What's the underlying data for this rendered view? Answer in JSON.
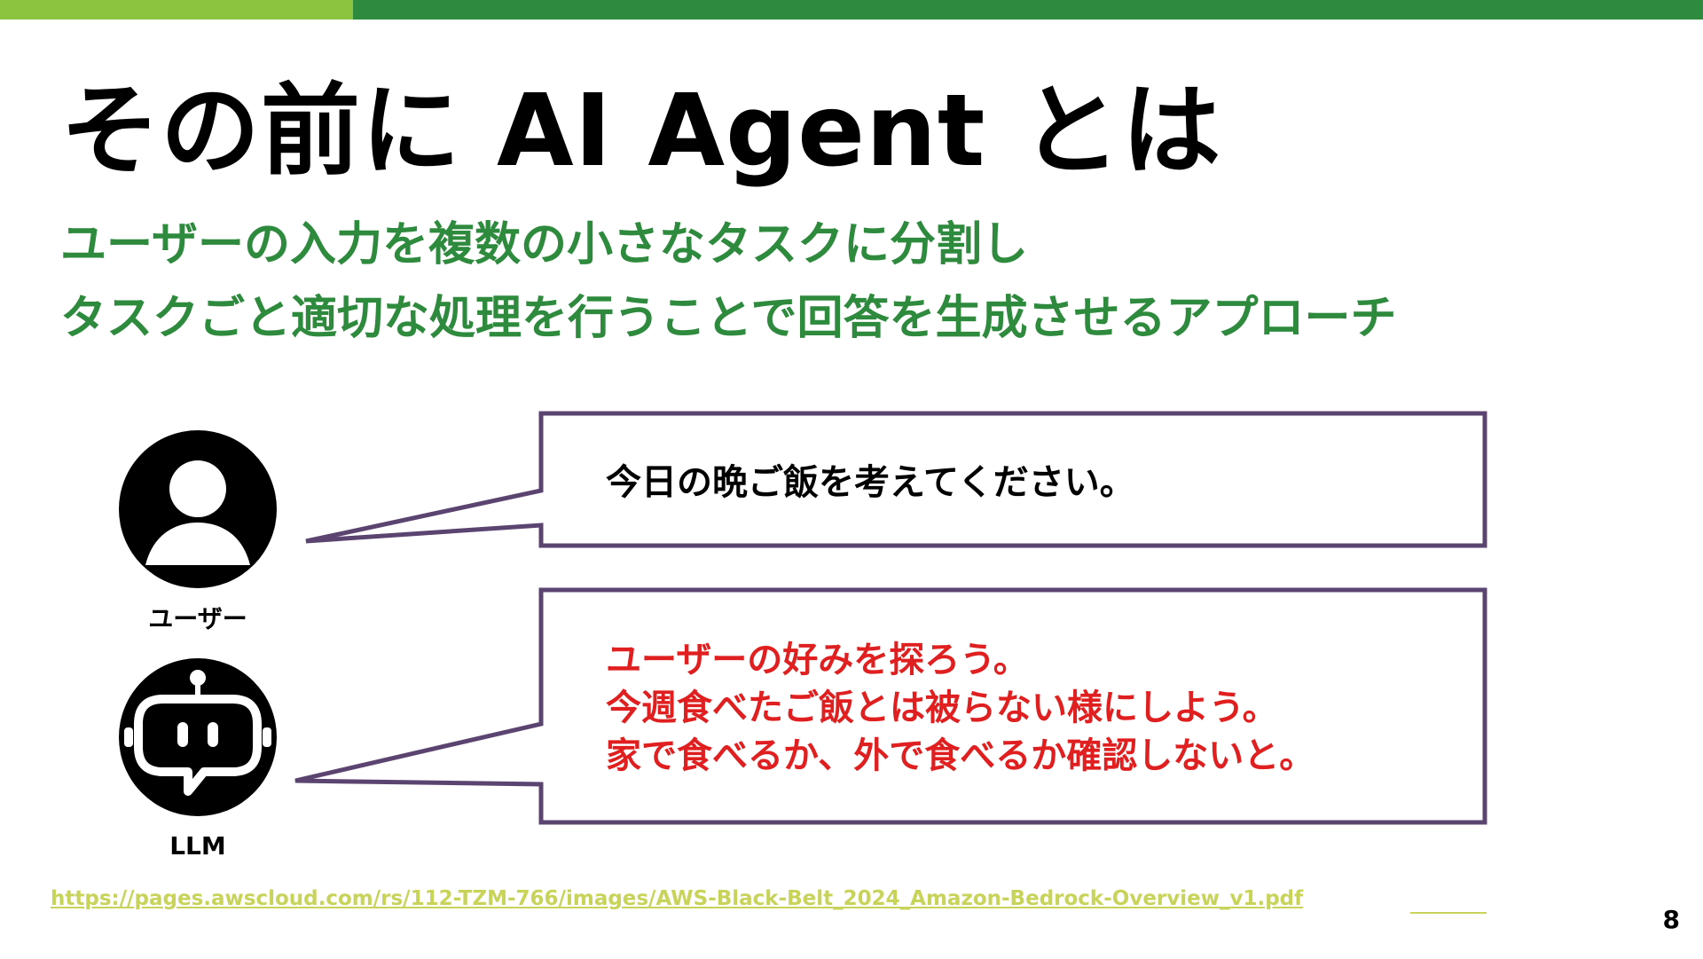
{
  "slide": {
    "title": "その前に AI Agent とは",
    "subtitle_lines": [
      "ユーザーの入力を複数の小さなタスクに分割し",
      "タスクごと適切な処理を行うことで回答を生成させるアプローチ"
    ],
    "page_number": "8"
  },
  "user": {
    "label": "ユーザー",
    "icon": "user-icon",
    "message": "今日の晩ご飯を考えてください。"
  },
  "llm": {
    "label": "LLM",
    "icon": "robot-icon",
    "message_lines": [
      "ユーザーの好みを探ろう。",
      "今週食べたご飯とは被らない様にしよう。",
      "家で食べるか、外で食べるか確認しないと。"
    ]
  },
  "source": {
    "url": "https://pages.awscloud.com/rs/112-TZM-766/images/AWS-Black-Belt_2024_Amazon-Bedrock-Overview_v1.pdf"
  },
  "colors": {
    "accent_green": "#2e8b3e",
    "light_green": "#8cc33f",
    "bubble_border": "#5b4570",
    "llm_text": "#e02020",
    "link": "#c8d35a"
  }
}
